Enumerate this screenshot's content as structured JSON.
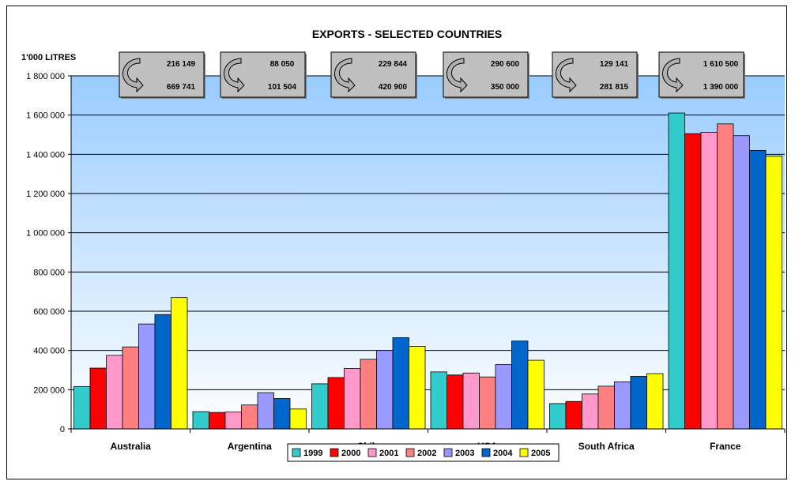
{
  "chart_data": {
    "type": "bar",
    "title": "EXPORTS - SELECTED COUNTRIES",
    "ylabel": "1'000 LITRES",
    "xlabel": "",
    "ylim": [
      0,
      1800000
    ],
    "ytick_step": 200000,
    "yticks": [
      "0",
      "200 000",
      "400 000",
      "600 000",
      "800 000",
      "1 000 000",
      "1 200 000",
      "1 400 000",
      "1 600 000",
      "1 800 000"
    ],
    "categories": [
      "Australia",
      "Argentina",
      "Chile",
      "USA",
      "South Africa",
      "France"
    ],
    "series": [
      {
        "name": "1999",
        "color": "#33CCCC",
        "values": [
          216149,
          88050,
          229844,
          290600,
          129141,
          1610500
        ]
      },
      {
        "name": "2000",
        "color": "#FF0000",
        "values": [
          310000,
          84000,
          262000,
          275000,
          140000,
          1505000
        ]
      },
      {
        "name": "2001",
        "color": "#FF99CC",
        "values": [
          375000,
          86000,
          308000,
          285000,
          178000,
          1512000
        ]
      },
      {
        "name": "2002",
        "color": "#FF8080",
        "values": [
          418000,
          122000,
          355000,
          265000,
          218000,
          1555000
        ]
      },
      {
        "name": "2003",
        "color": "#9999FF",
        "values": [
          535000,
          185000,
          400000,
          328000,
          240000,
          1495000
        ]
      },
      {
        "name": "2004",
        "color": "#0066CC",
        "values": [
          583000,
          155000,
          465000,
          448000,
          268000,
          1420000
        ]
      },
      {
        "name": "2005",
        "color": "#FFFF00",
        "values": [
          669741,
          101504,
          420900,
          350000,
          281815,
          1390000
        ]
      }
    ],
    "annotations": [
      {
        "category": "Australia",
        "from": "216 149",
        "to": "669 741"
      },
      {
        "category": "Argentina",
        "from": "88 050",
        "to": "101 504"
      },
      {
        "category": "Chile",
        "from": "229 844",
        "to": "420 900"
      },
      {
        "category": "USA",
        "from": "290 600",
        "to": "350 000"
      },
      {
        "category": "South Africa",
        "from": "129 141",
        "to": "281 815"
      },
      {
        "category": "France",
        "from": "1 610 500",
        "to": "1 390 000"
      }
    ],
    "grid": true,
    "legend_position": "bottom",
    "plot_background": "gradient light-blue to white",
    "axis_color": "#000000",
    "annotation_box_color": "#C0C0C0"
  }
}
